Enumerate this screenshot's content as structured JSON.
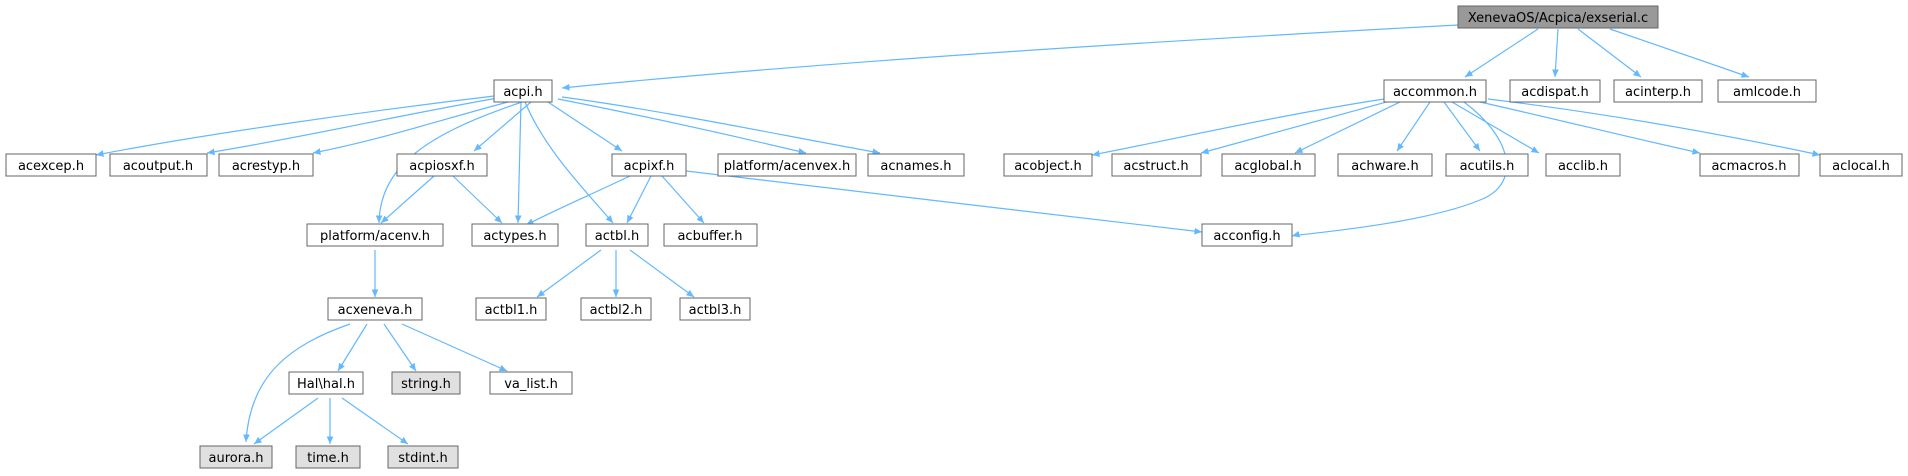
{
  "colors": {
    "edge": "#63b8ff",
    "node_border": "#666666",
    "node_fill": "#ffffff",
    "root_fill": "#999999",
    "missing_fill": "#e0e0e0"
  },
  "nodes": {
    "root": "XenevaOS/Acpica/exserial.c",
    "acpi": "acpi.h",
    "accommon": "accommon.h",
    "acdispat": "acdispat.h",
    "acinterp": "acinterp.h",
    "amlcode": "amlcode.h",
    "acexcep": "acexcep.h",
    "acoutput": "acoutput.h",
    "acrestyp": "acrestyp.h",
    "acpiosxf": "acpiosxf.h",
    "acpixf": "acpixf.h",
    "acenvex": "platform/acenvex.h",
    "acnames": "acnames.h",
    "acobject": "acobject.h",
    "acstruct": "acstruct.h",
    "acglobal": "acglobal.h",
    "achware": "achware.h",
    "acutils": "acutils.h",
    "acclib": "acclib.h",
    "acmacros": "acmacros.h",
    "aclocal": "aclocal.h",
    "acenv": "platform/acenv.h",
    "actypes": "actypes.h",
    "actbl": "actbl.h",
    "acbuffer": "acbuffer.h",
    "acconfig": "acconfig.h",
    "acxeneva": "acxeneva.h",
    "actbl1": "actbl1.h",
    "actbl2": "actbl2.h",
    "actbl3": "actbl3.h",
    "halhal": "Hal\\hal.h",
    "string": "string.h",
    "va_list": "va_list.h",
    "aurora": "aurora.h",
    "time": "time.h",
    "stdint": "stdint.h"
  }
}
